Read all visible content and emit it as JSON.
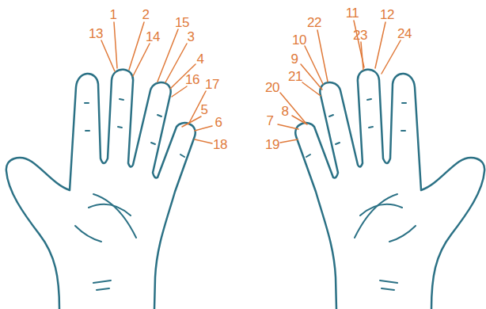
{
  "diagram": {
    "labels": [
      "1",
      "2",
      "11",
      "12",
      "13",
      "14",
      "15",
      "22",
      "23",
      "24",
      "3",
      "10",
      "4",
      "9",
      "16",
      "17",
      "21",
      "20",
      "8",
      "5",
      "6",
      "7",
      "18",
      "19"
    ]
  }
}
